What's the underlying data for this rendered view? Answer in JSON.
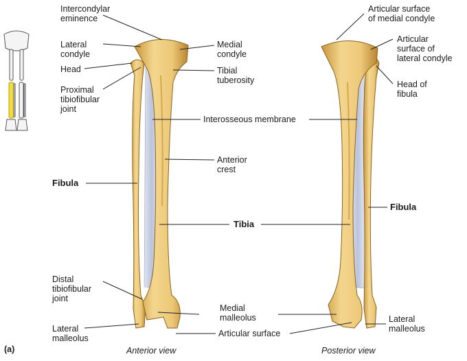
{
  "labels": {
    "intercondylar_eminence": "Intercondylar\neminence",
    "lateral_condyle": "Lateral\ncondyle",
    "head": "Head",
    "proximal_tibiofibular_joint": "Proximal\ntibiofibular\njoint",
    "medial_condyle": "Medial\ncondyle",
    "tibial_tuberosity": "Tibial\ntuberosity",
    "interosseous_membrane": "Interosseous membrane",
    "anterior_crest": "Anterior\ncrest",
    "fibula_left": "Fibula",
    "tibia": "Tibia",
    "distal_tibiofibular_joint": "Distal\ntibiofibular\njoint",
    "medial_malleolus": "Medial\nmalleolus",
    "lateral_malleolus_left": "Lateral\nmalleolus",
    "articular_surface": "Articular surface",
    "articular_surface_medial_condyle": "Articular surface\nof medial condyle",
    "articular_surface_lateral_condyle": "Articular\nsurface of\nlateral condyle",
    "head_of_fibula": "Head of\nfibula",
    "fibula_right": "Fibula",
    "lateral_malleolus_right": "Lateral\nmalleolus"
  },
  "captions": {
    "anterior": "Anterior view",
    "posterior": "Posterior view",
    "panel": "(a)"
  },
  "colors": {
    "bone": "#ecc878",
    "bone_shadow": "#c9953a",
    "membrane": "#c8d0e4",
    "highlight": "#f2dc3a",
    "leader": "#222222"
  }
}
